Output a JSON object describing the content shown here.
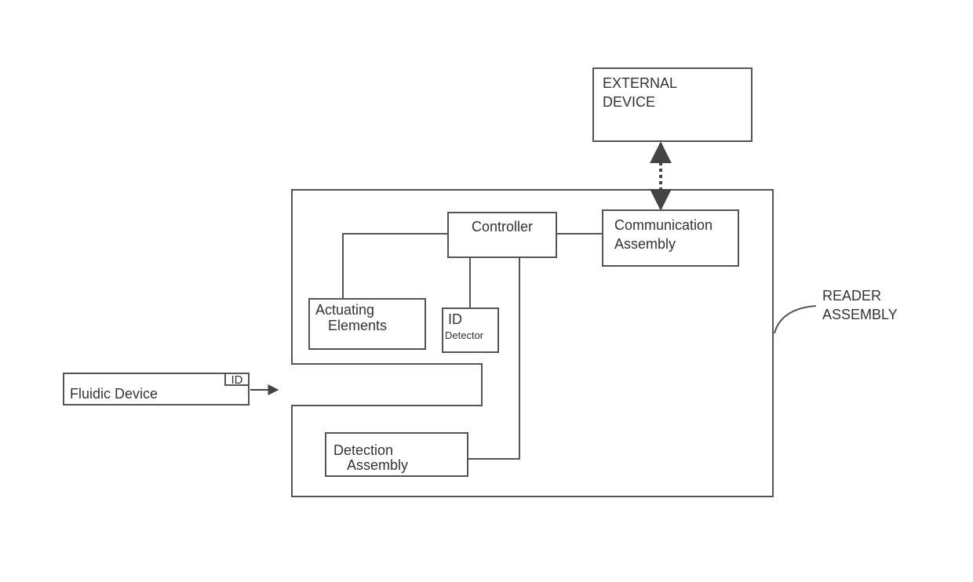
{
  "diagram": {
    "external_device": {
      "line1": "EXTERNAL",
      "line2": "DEVICE"
    },
    "controller": {
      "label": "Controller"
    },
    "communication_assembly": {
      "line1": "Communication",
      "line2": "Assembly"
    },
    "actuating_elements": {
      "line1": "Actuating",
      "line2": "Elements"
    },
    "id_detector": {
      "line1": "ID",
      "line2": "Detector"
    },
    "detection_assembly": {
      "line1": "Detection",
      "line2": "Assembly"
    },
    "fluidic_device": {
      "label": "Fluidic Device",
      "id_tag": "ID"
    },
    "reader_assembly": {
      "line1": "READER",
      "line2": "ASSEMBLY"
    }
  }
}
